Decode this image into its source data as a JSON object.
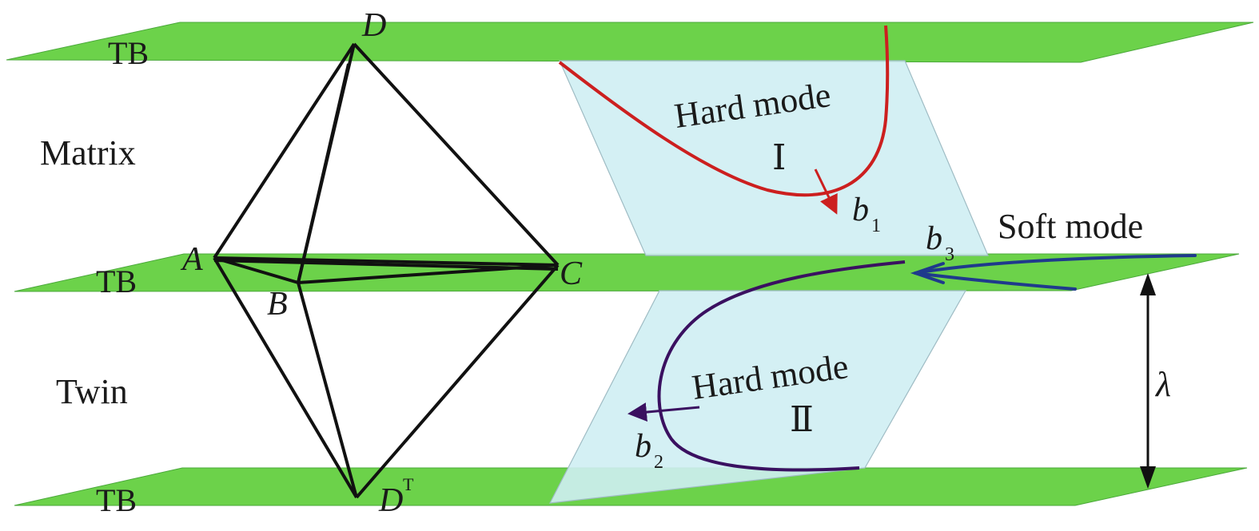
{
  "labels": {
    "tb_top": "TB",
    "tb_mid": "TB",
    "tb_bot": "TB",
    "matrix": "Matrix",
    "twin": "Twin",
    "vertex_d": "D",
    "vertex_a": "A",
    "vertex_b": "B",
    "vertex_c": "C",
    "vertex_dt": "D",
    "vertex_dt_sup": "T",
    "hard_mode_1": "Hard mode",
    "hard_mode_1_num": "Ⅰ",
    "hard_mode_2": "Hard mode",
    "hard_mode_2_num": "Ⅱ",
    "soft_mode": "Soft mode",
    "b1": "b",
    "b1_sub": "1",
    "b2": "b",
    "b2_sub": "2",
    "b3": "b",
    "b3_sub": "3",
    "lambda": "λ"
  },
  "colors": {
    "twin_boundary": "#6cd24a",
    "slip_plane": "#cfeef3",
    "hard_mode_1": "#cc1f1f",
    "hard_mode_2": "#3a1060",
    "soft_mode": "#1f3a8c",
    "tetrahedron": "#111111"
  }
}
